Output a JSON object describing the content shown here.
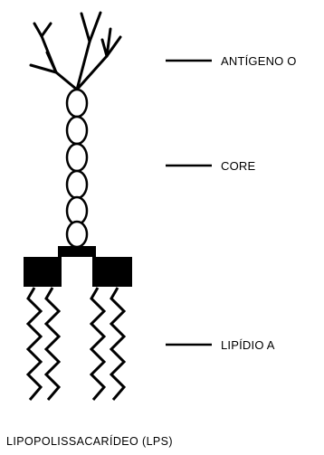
{
  "labels": {
    "antigen": "ANTÍGENO O",
    "core": "CORE",
    "lipid": "LIPÍDIO A"
  },
  "caption": "LIPOPOLISSACARÍDEO  (LPS)"
}
